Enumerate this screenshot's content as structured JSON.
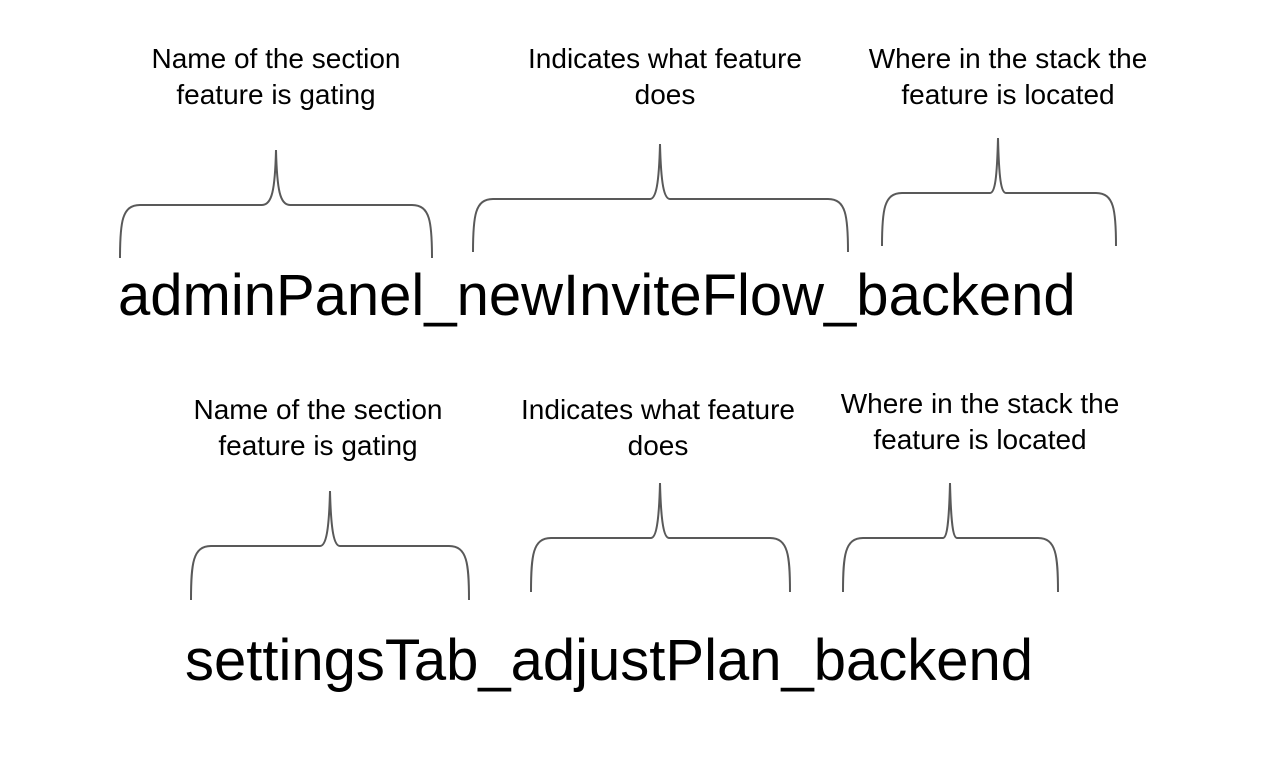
{
  "examples": [
    {
      "flag_name": "adminPanel_newInviteFlow_backend",
      "annotations": [
        {
          "line1": "Name of the section",
          "line2": "feature is gating"
        },
        {
          "line1": "Indicates what feature",
          "line2": "does"
        },
        {
          "line1": "Where in the stack the",
          "line2": "feature is located"
        }
      ]
    },
    {
      "flag_name": "settingsTab_adjustPlan_backend",
      "annotations": [
        {
          "line1": "Name of the section",
          "line2": "feature is gating"
        },
        {
          "line1": "Indicates what feature",
          "line2": "does"
        },
        {
          "line1": "Where in the stack the",
          "line2": "feature is located"
        }
      ]
    }
  ],
  "colors": {
    "text": "#000000",
    "brace": "#595959",
    "background": "#ffffff"
  }
}
